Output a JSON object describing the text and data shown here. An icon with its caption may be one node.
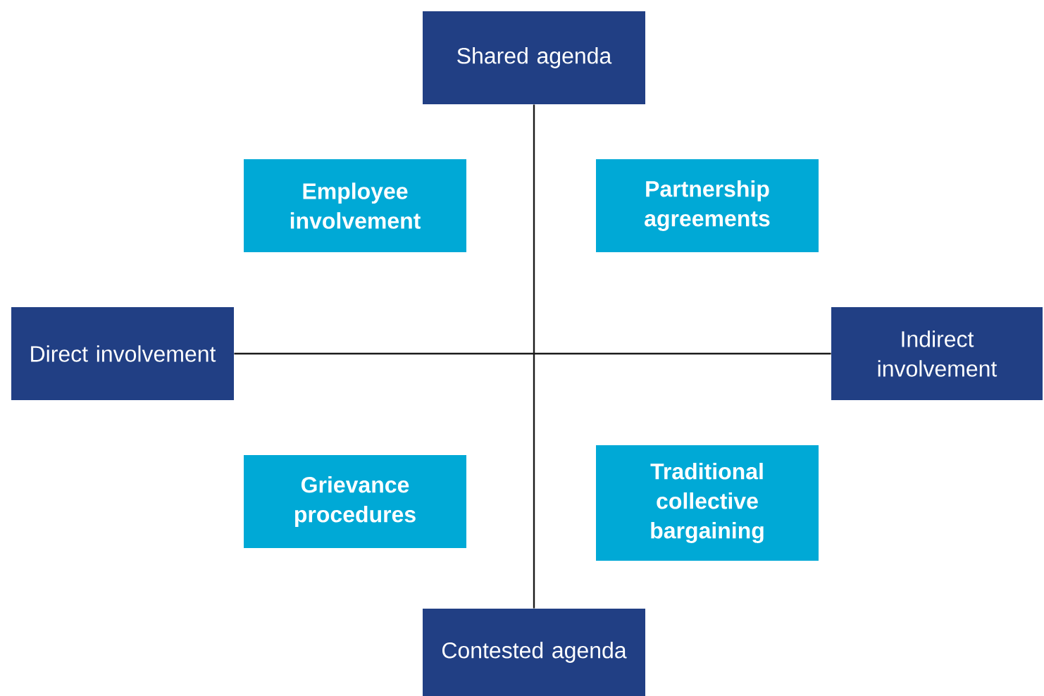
{
  "diagram": {
    "nodes": [
      {
        "text": [
          "Shared agenda"
        ]
      },
      {
        "text": [
          "Employee involvement"
        ]
      },
      {
        "text": [
          "Partnership agreements"
        ]
      },
      {
        "text": [
          "Direct involvement"
        ]
      },
      {
        "text": [
          "Indirect involvement"
        ]
      },
      {
        "text": [
          "Grievance procedures"
        ]
      },
      {
        "text": [
          "Traditional collective bargaining"
        ]
      },
      {
        "text": [
          "Contested agenda"
        ]
      }
    ],
    "edges": [
      {
        "from": 0,
        "to": 7,
        "arrow": "none"
      },
      {
        "from": 3,
        "to": 4,
        "arrow": "none"
      }
    ]
  }
}
